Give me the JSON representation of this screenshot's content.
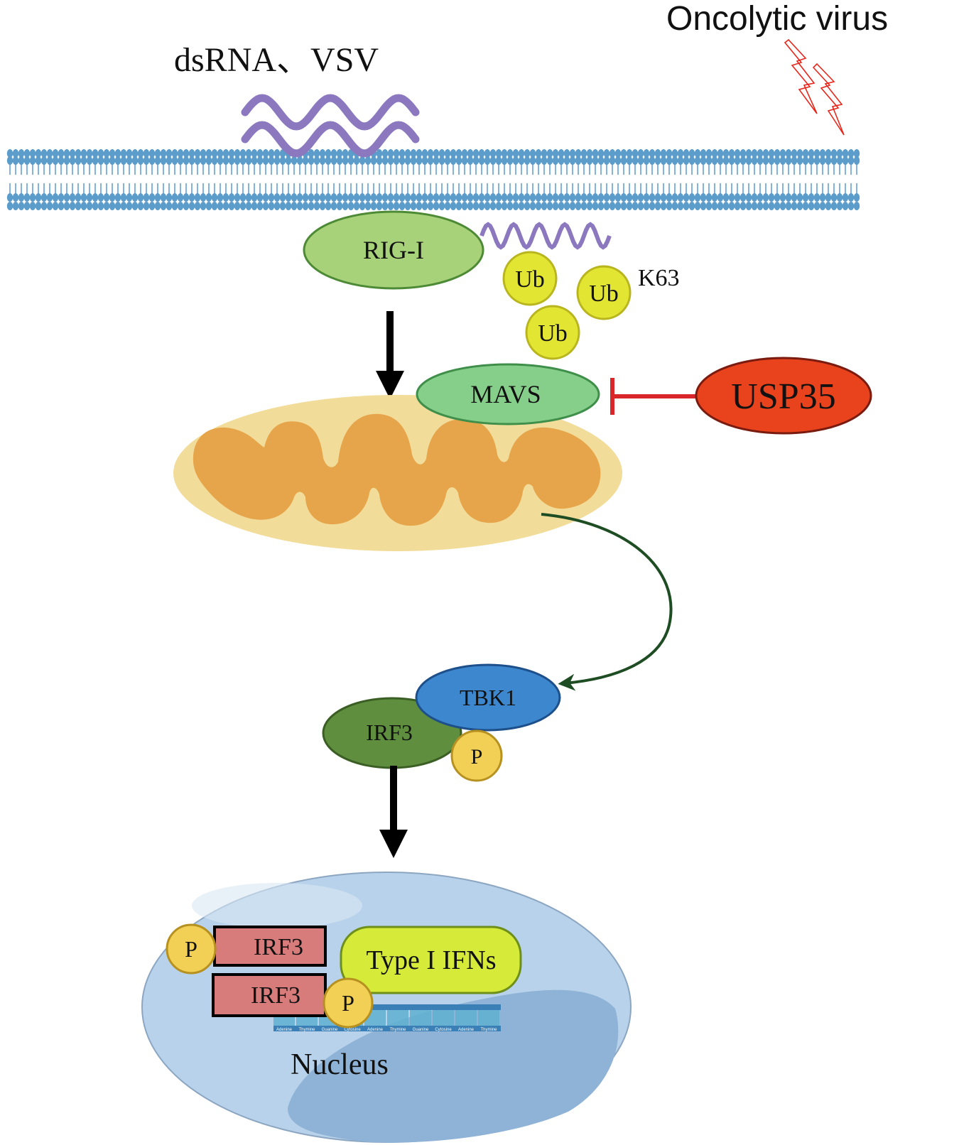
{
  "labels": {
    "oncolytic_virus": "Oncolytic virus",
    "dsrna_vsv": "dsRNA、VSV",
    "rig_i": "RIG-I",
    "ub": "Ub",
    "k63": "K63",
    "mavs": "MAVS",
    "usp35": "USP35",
    "tbk1": "TBK1",
    "irf3": "IRF3",
    "p": "P",
    "type1_ifns": "Type I IFNs",
    "nucleus": "Nucleus",
    "dna_bases": [
      "Adenine",
      "Thymine",
      "Guanine",
      "Cytosine"
    ]
  },
  "colors": {
    "membrane": "#5b9ccb",
    "rna_wave": "#8b78bf",
    "virus_bolt": "#e8261b",
    "rig_i_fill": "#a8d279",
    "ub_fill": "#e3e533",
    "mavs_fill": "#86cf8a",
    "usp35_fill": "#e8431c",
    "inhibit_line": "#d9262b",
    "mito_outer": "#f2dc99",
    "mito_inner": "#e6a54a",
    "curve_arrow": "#1e4d24",
    "tbk1_fill": "#3d87cf",
    "irf3_fill": "#5f8f3e",
    "p_fill": "#f2cf55",
    "nucleus_fill": "#b7d2ea",
    "nucleolus_fill": "#8fb3d6",
    "irf3_box_fill": "#d87b7b",
    "ifn_fill": "#d6ea3a",
    "dna_fill": "#5fb0d0"
  },
  "icons": {
    "membrane": "lipid-bilayer-icon",
    "virus": "lightning-bolt-icon",
    "rna": "wavy-rna-icon",
    "mitochondrion": "mitochondrion-icon",
    "dna": "dna-strand-icon"
  }
}
